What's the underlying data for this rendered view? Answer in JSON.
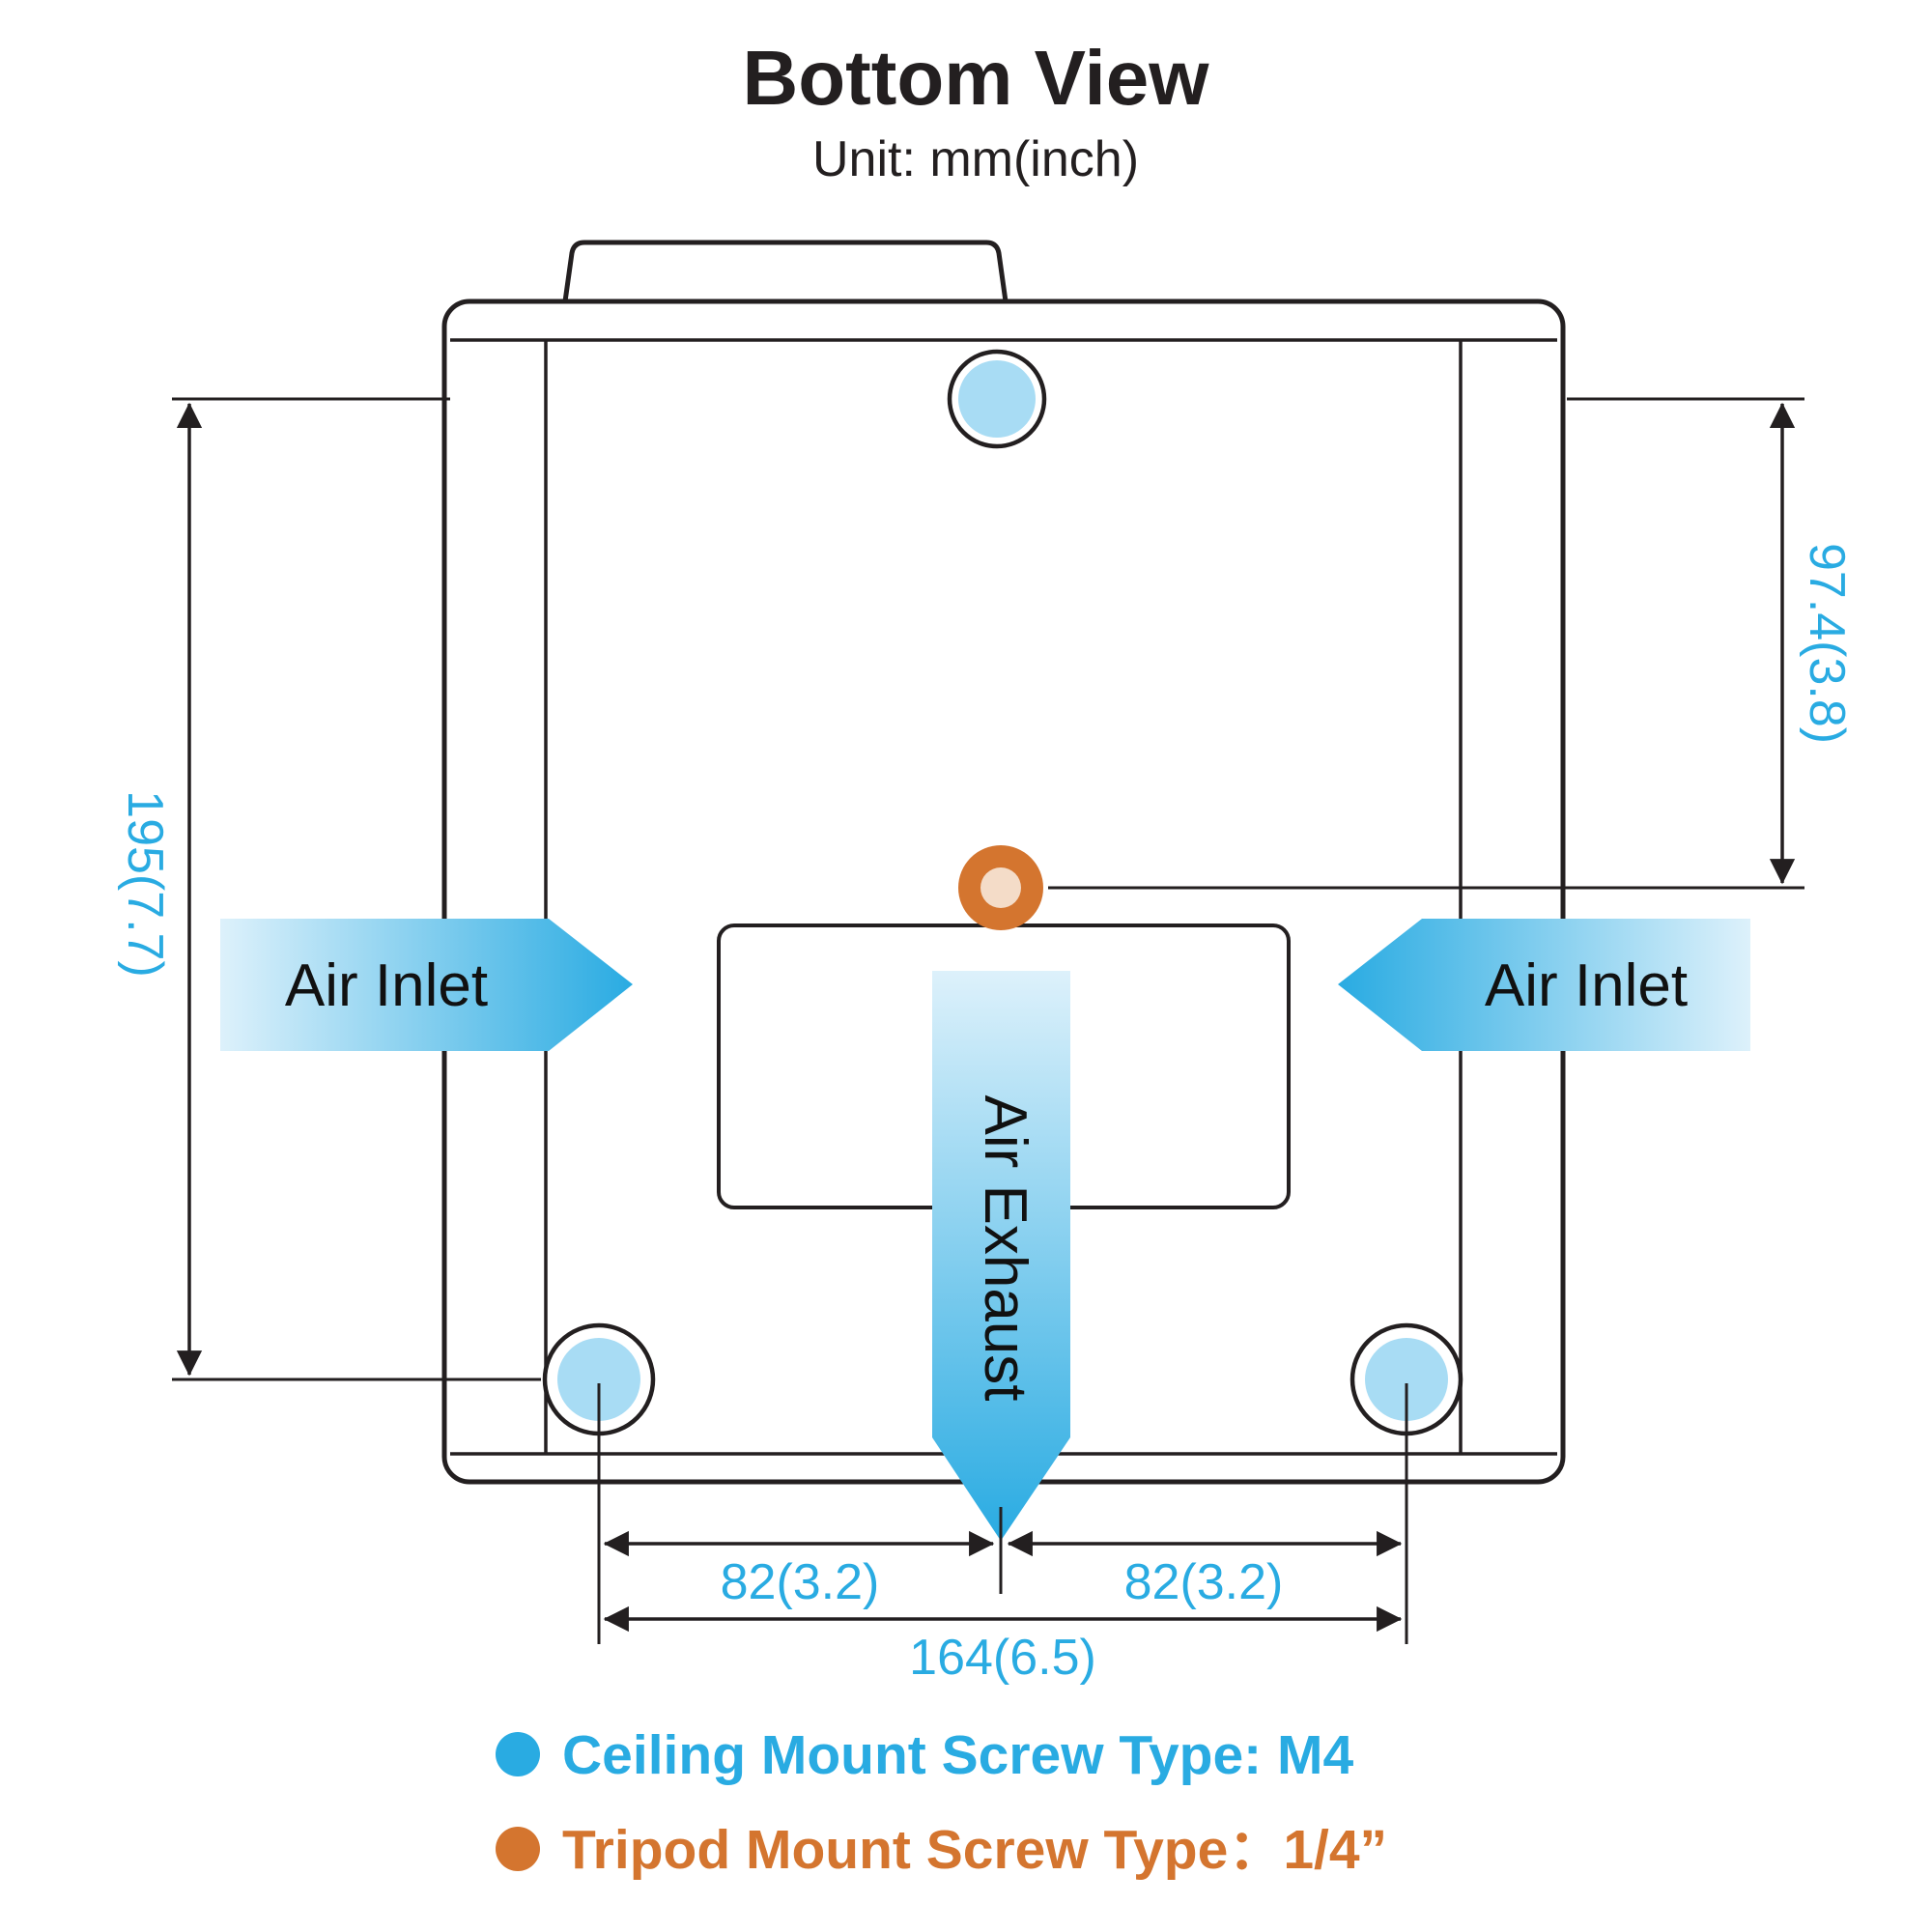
{
  "title": "Bottom View",
  "subtitle": "Unit: mm(inch)",
  "diagram": {
    "air_inlet_left": "Air Inlet",
    "air_inlet_right": "Air Inlet",
    "air_exhaust": "Air Exhaust",
    "dim_height_total": "195(7.7)",
    "dim_top_to_center": "97.4(3.8)",
    "dim_left_half": "82(3.2)",
    "dim_right_half": "82(3.2)",
    "dim_total_width": "164(6.5)"
  },
  "legend": {
    "ceiling": "Ceiling Mount Screw Type: M4",
    "tripod": "Tripod Mount Screw Type：1/4”"
  },
  "colors": {
    "accent_blue": "#29ABE2",
    "gradient_light": "#DDF1FB",
    "light_blue": "#A8DCF4",
    "orange": "#D4752F",
    "orange_light": "#F4DCC8",
    "ink": "#231F20"
  }
}
